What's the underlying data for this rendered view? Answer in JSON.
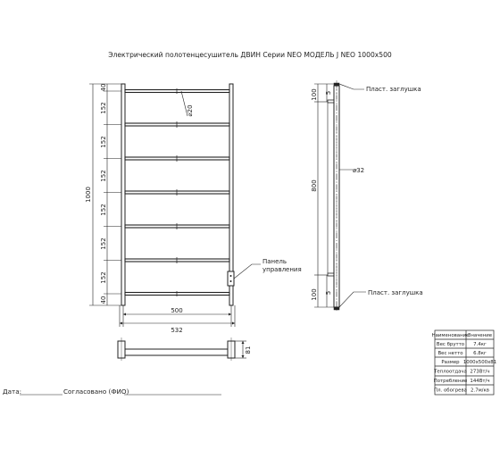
{
  "title": "Электрический полотенцесушитель ДВИН Серии NEO МОДЕЛЬ J NEO 1000x500",
  "front_view": {
    "total_height": "1000",
    "top_offset": "40",
    "bottom_offset": "40",
    "pitch": [
      "152",
      "152",
      "152",
      "152",
      "152",
      "152"
    ],
    "rung_diameter": "⌀20",
    "inner_width": "500",
    "total_width": "532",
    "control_panel_label_line1": "Панель",
    "control_panel_label_line2": "управления"
  },
  "side_view": {
    "top_dim": "100",
    "top_small": "5",
    "middle": "800",
    "bottom_dim": "100",
    "bottom_small": "5",
    "pipe_diameter": "⌀32",
    "top_plug_label": "Пласт. заглушка",
    "bottom_plug_label": "Пласт. заглушка"
  },
  "top_view": {
    "depth": "81"
  },
  "spec_table": {
    "header": [
      "Наименование",
      "Значение"
    ],
    "rows": [
      [
        "Вес брутто",
        "7.4кг"
      ],
      [
        "Вес нетто",
        "6.8кг"
      ],
      [
        "Размер",
        "1000x500x81"
      ],
      [
        "Теплоотдача",
        "273Вт/ч"
      ],
      [
        "Потребление",
        "144Вт/ч"
      ],
      [
        "Пл. обогрева",
        "2.7м/кв"
      ]
    ]
  },
  "footer": {
    "date_label": "Дата:",
    "approved_label": "Согласовано (ФИО)"
  }
}
